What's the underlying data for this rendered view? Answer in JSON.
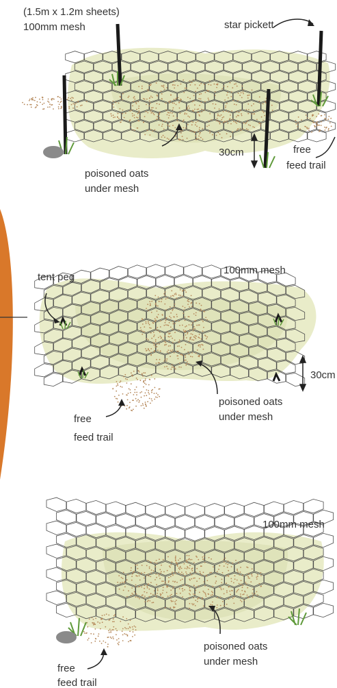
{
  "diagram": {
    "panels": [
      {
        "labels": {
          "sheet_size": "(1.5m x 1.2m sheets)",
          "mesh": "100mm mesh",
          "star_pickett": "star pickett",
          "height": "30cm",
          "free": "free",
          "feed_trail": "feed trail",
          "oats_line1": "poisoned oats",
          "oats_line2": "under mesh"
        }
      },
      {
        "labels": {
          "tent_peg": "tent peg",
          "mesh": "100mm mesh",
          "height": "30cm",
          "oats_line1": "poisoned oats",
          "oats_line2": "under mesh",
          "free": "free",
          "feed_trail": "feed trail"
        }
      },
      {
        "labels": {
          "mesh": "100mm mesh",
          "oats_line1": "poisoned oats",
          "oats_line2": "under mesh",
          "free": "free",
          "feed_trail": "feed trail"
        }
      }
    ],
    "colors": {
      "ground": "#e9ecc9",
      "ground_dark": "#d9ddb0",
      "mesh": "#4a4a4a",
      "oats": "#b5885a",
      "post": "#1a1a1a",
      "grass": "#5f9a3a",
      "rock": "#8a8a8a",
      "circle": "#d9782a",
      "arrow": "#222222"
    }
  }
}
